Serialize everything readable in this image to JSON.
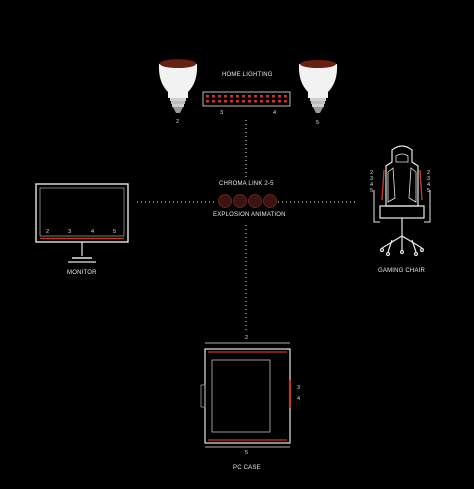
{
  "diagram": {
    "center": {
      "title": "CHROMA LINK 2-5",
      "subtitle": "EXPLOSION ANIMATION"
    },
    "home_lighting": {
      "label": "HOME LIGHTING",
      "bulb_left_number": "2",
      "bulb_right_number": "5",
      "strip_left_number": "3",
      "strip_right_number": "4"
    },
    "monitor": {
      "label": "MONITOR",
      "zone_numbers": [
        "2",
        "3",
        "4",
        "5"
      ]
    },
    "gaming_chair": {
      "label": "GAMING CHAIR",
      "left_numbers": "2 3 4 5",
      "right_numbers": "2 3 4 5"
    },
    "pc_case": {
      "label": "PC CASE",
      "top_number": "2",
      "side_number_a": "3",
      "side_number_b": "4",
      "bottom_number": "5"
    }
  },
  "colors": {
    "background": "#000000",
    "outline": "#e6e6e6",
    "accent_red": "#c0392b",
    "dark_red": "#3a1410",
    "dots": "#bfbfbf"
  }
}
